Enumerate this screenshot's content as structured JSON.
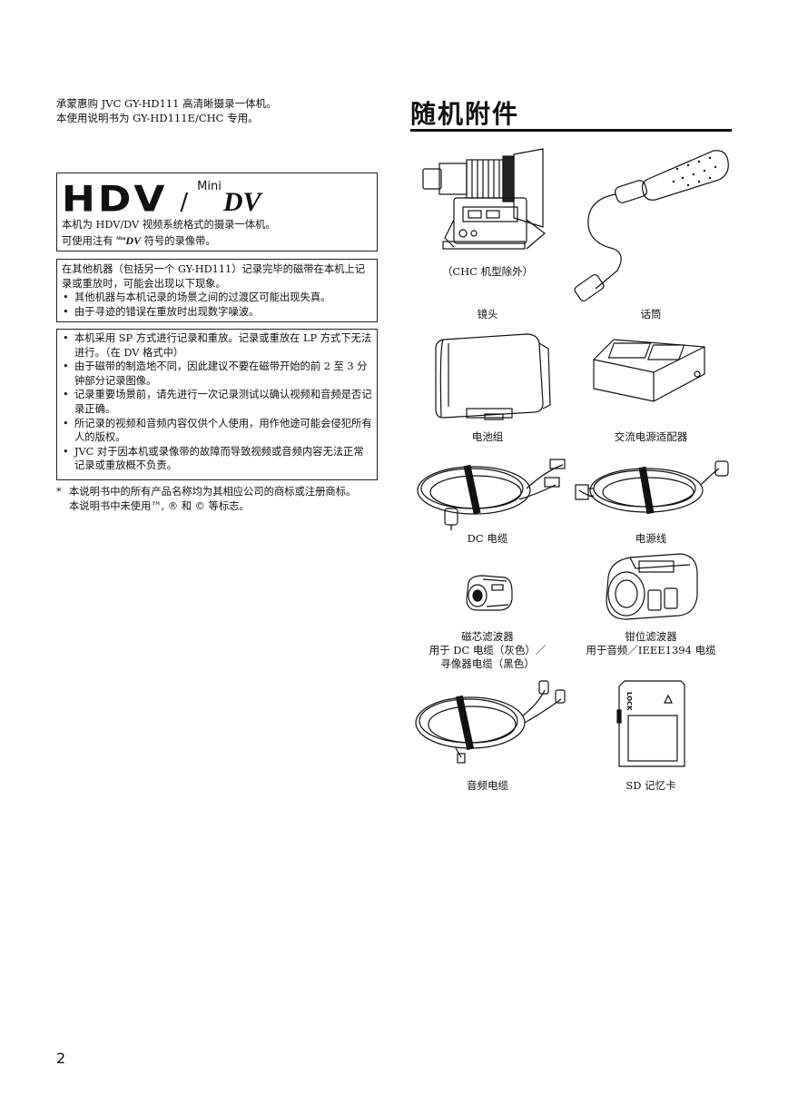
{
  "intro": {
    "line1": "承蒙惠购 JVC GY-HD111 高清晰摄录一体机。",
    "line2": "本使用说明书为 GY-HD111E/CHC 专用。"
  },
  "hdv_box": {
    "logo_hdv": "HDV",
    "logo_slash": "/",
    "logo_mini": "Mini",
    "logo_dv": "DV",
    "line1": "本机为 HDV/DV 视频系统格式的摄录一体机。",
    "line2_pre": "可使用注有",
    "line2_post": "符号的录像带。"
  },
  "notice_box": {
    "text": "在其他机器（包括另一个 GY-HD111）记录完毕的磁带在本机上记录或重放时，可能会出现以下现象。",
    "bullets": [
      "其他机器与本机记录的场景之间的过渡区可能出现失真。",
      "由于寻迹的错误在重放时出现数字噪波。"
    ]
  },
  "caution_box": {
    "bullets": [
      "本机采用 SP 方式进行记录和重放。记录或重放在 LP 方式下无法进行。（在 DV 格式中）",
      "由于磁带的制造地不同，因此建议不要在磁带开始的前 2 至 3 分钟部分记录图像。",
      "记录重要场景前，请先进行一次记录测试以确认视频和音频是否记录正确。",
      "所记录的视频和音频内容仅供个人使用，用作他途可能会侵犯所有人的版权。",
      "JVC 对于因本机或录像带的故障而导致视频或音频内容无法正常记录或重放概不负责。"
    ]
  },
  "footnote": {
    "mark": "*",
    "line1": "本说明书中的所有产品名称均为其相应公司的商标或注册商标。",
    "line2": "本说明书中未使用™, ® 和 © 等标志。"
  },
  "accessories": {
    "title": "随机附件",
    "lens_note": "（CHC 机型除外）",
    "lens": "镜头",
    "mic": "话筒",
    "battery": "电池组",
    "ac_adapter": "交流电源适配器",
    "dc_cable": "DC 电缆",
    "power_cord": "电源线",
    "core_filter_l1": "磁芯滤波器",
    "core_filter_l2": "用于 DC 电缆（灰色）／",
    "core_filter_l3": "寻像器电缆（黑色）",
    "clamp_filter_l1": "钳位滤波器",
    "clamp_filter_l2": "用于音频／IEEE1394 电缆",
    "audio_cable": "音频电缆",
    "sd_card": "SD 记忆卡",
    "sd_lock": "LOCK"
  },
  "page_number": "2"
}
